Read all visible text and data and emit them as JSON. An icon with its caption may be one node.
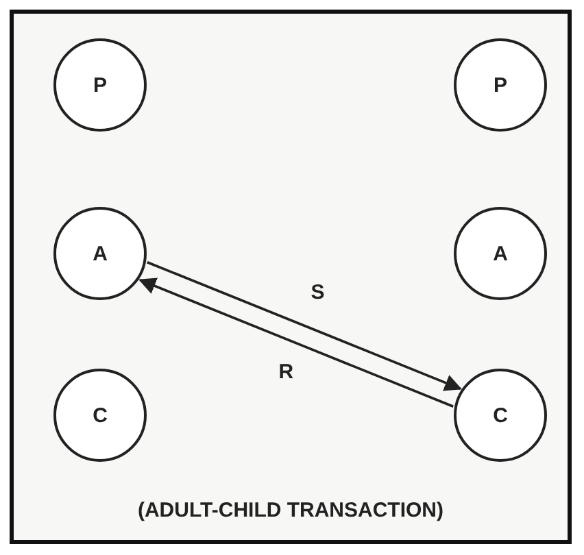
{
  "diagram": {
    "caption": "(ADULT-CHILD TRANSACTION)",
    "nodes": [
      {
        "text": [
          "P"
        ]
      },
      {
        "text": [
          "P"
        ]
      },
      {
        "text": [
          "A"
        ]
      },
      {
        "text": [
          "A"
        ]
      },
      {
        "text": [
          "C"
        ]
      },
      {
        "text": [
          "C"
        ]
      }
    ],
    "edges": [
      {
        "from": 2,
        "to": 5,
        "arrow": "to",
        "label": "S"
      },
      {
        "from": 5,
        "to": 2,
        "arrow": "to",
        "label": "R"
      }
    ]
  }
}
